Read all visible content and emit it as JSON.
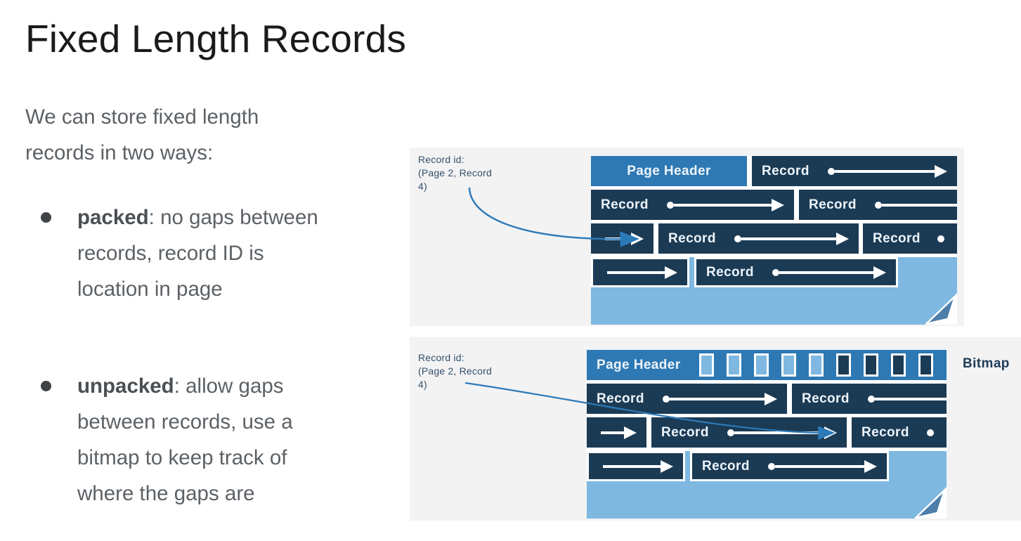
{
  "slide": {
    "title": "Fixed Length Records",
    "intro_lines": [
      "We can store fixed length",
      "records in two ways:"
    ],
    "bullets": [
      {
        "term": "packed",
        "lines": [
          ": no gaps between",
          "records, record ID is",
          "location in page"
        ]
      },
      {
        "term": "unpacked",
        "lines": [
          ": allow gaps",
          "between records, use a",
          "bitmap to keep track of",
          "where the gaps are"
        ]
      }
    ]
  },
  "diagrams": {
    "shared": {
      "record_id_lines": [
        "Record id:",
        "(Page 2, Record",
        "4)"
      ],
      "page_header_label": "Page Header",
      "record_label": "Record"
    },
    "unpacked": {
      "bitmap_label": "Bitmap",
      "bitmap_cells": [
        "light",
        "light",
        "light",
        "light",
        "light",
        "dark",
        "dark",
        "dark",
        "dark"
      ]
    }
  },
  "colors": {
    "record_box_navy": "#1B3B55",
    "page_header_blue": "#2E79B4",
    "free_space_light_blue": "#7FB8E1",
    "fold_flap_blue": "#4D7FAB",
    "pointer_arrow_blue": "#2D7AB8",
    "diagram_background": "#F3F3F4",
    "label_slate": "#33506A",
    "body_text_gray": "#5C6166",
    "title_black": "#1A1A1A"
  }
}
